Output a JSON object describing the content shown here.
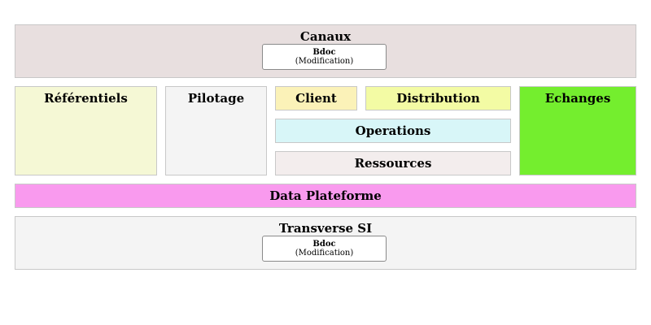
{
  "blocks": {
    "canaux": {
      "title": "Canaux",
      "color": "#e8dfdf",
      "apps": [
        {
          "name": "Bdoc",
          "status": "(Modification)"
        }
      ]
    },
    "referentiels": {
      "title": "Référentiels",
      "color": "#f5f8d5"
    },
    "pilotage": {
      "title": "Pilotage",
      "color": "#f4f4f4"
    },
    "client": {
      "title": "Client",
      "color": "#fbf2b8"
    },
    "distribution": {
      "title": "Distribution",
      "color": "#f3fba4"
    },
    "operations": {
      "title": "Operations",
      "color": "#d8f6f8"
    },
    "ressources": {
      "title": "Ressources",
      "color": "#f3eded"
    },
    "echanges": {
      "title": "Echanges",
      "color": "#74ee2e"
    },
    "data_plateforme": {
      "title": "Data Plateforme",
      "color": "#f99aee"
    },
    "transverse_si": {
      "title": "Transverse SI",
      "color": "#f4f4f4",
      "apps": [
        {
          "name": "Bdoc",
          "status": "(Modification)"
        }
      ]
    }
  }
}
